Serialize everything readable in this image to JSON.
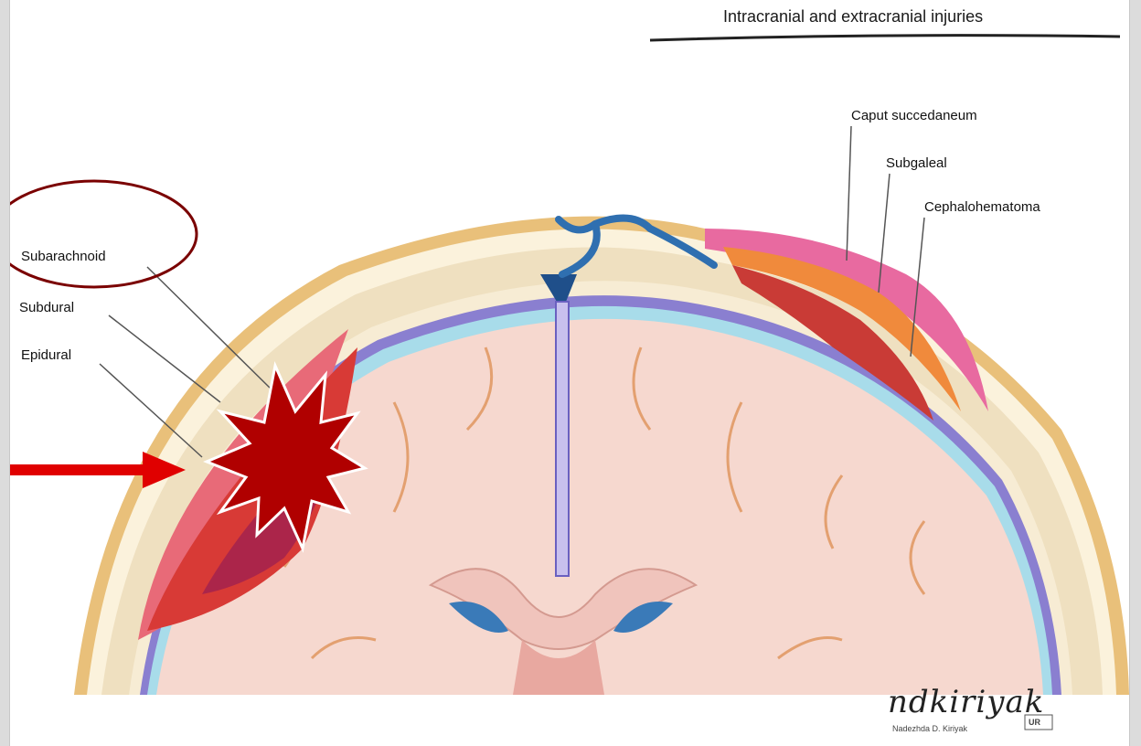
{
  "figure": {
    "title": "Intracranial and extracranial injuries",
    "labels": {
      "caput": "Caput succedaneum",
      "subgaleal": "Subgaleal",
      "cephalohematoma": "Cephalohematoma",
      "subarachnoid": "Subarachnoid",
      "subdural": "Subdural",
      "epidural": "Epidural"
    },
    "signature": {
      "script": "ndkiriyak",
      "credit": "Nadezhda D. Kiriyak",
      "logo_text": "UR"
    }
  },
  "colors": {
    "scalp_outer": "#d4a24c",
    "bone": "#efe3c8",
    "dura_blue": "#7ec8d8",
    "arachnoid_purple": "#8a7fd0",
    "brain": "#f6d8cf",
    "gyri_lines": "#e3a070",
    "hematoma_red": "#d83a36",
    "cephalohematoma_red": "#c93b36",
    "subgaleal_orange": "#f08a3c",
    "caput_pink": "#e86aa0",
    "sinus_blue": "#1f5f9a",
    "callout_ellipse": "#7a0000",
    "arrow": "#e00000",
    "burst": "#b00000"
  }
}
